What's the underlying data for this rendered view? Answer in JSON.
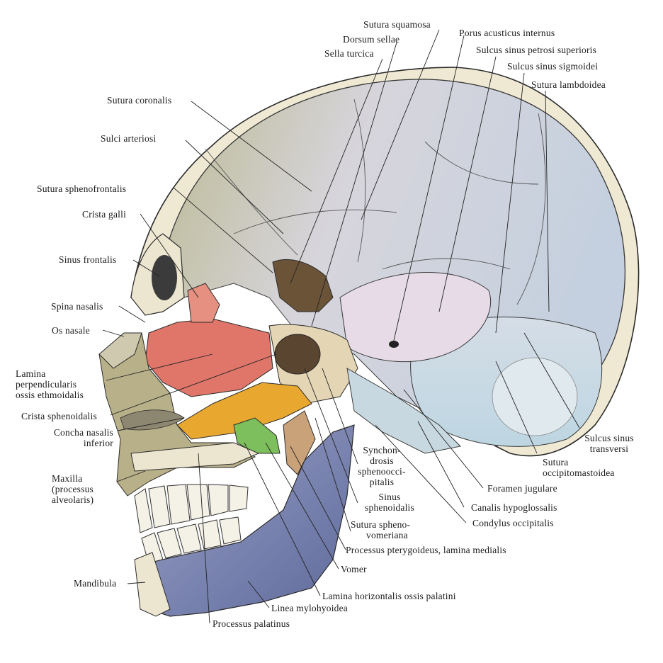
{
  "figure": {
    "type": "anatomical illustration",
    "labels": {
      "sutura_squamosa": "Sutura squamosa",
      "dorsum_sellae": "Dorsum sellae",
      "porus_acusticus_internus": "Porus acusticus internus",
      "sella_turcica": "Sella turcica",
      "sulcus_sinus_petrosi_superioris": "Sulcus sinus petrosi superioris",
      "sulcus_sinus_sigmoidei": "Sulcus sinus sigmoidei",
      "sutura_lambdoidea": "Sutura lambdoidea",
      "sutura_coronalis": "Sutura coronalis",
      "sulci_arteriosi": "Sulci arteriosi",
      "sutura_sphenofrontalis": "Sutura sphenofrontalis",
      "crista_galli": "Crista galli",
      "sinus_frontalis": "Sinus frontalis",
      "spina_nasalis": "Spina nasalis",
      "os_nasale": "Os nasale",
      "lamina_perpendicularis": [
        "Lamina",
        "perpendicularis",
        "ossis ethmoidalis"
      ],
      "crista_sphenoidalis": "Crista sphenoidalis",
      "concha_nasalis_inferior": [
        "Concha nasalis",
        "inferior"
      ],
      "maxilla": [
        "Maxilla",
        "(processus",
        "alveolaris)"
      ],
      "mandibula": "Mandibula",
      "synchondrosis": [
        "Synchon-",
        "drosis",
        "sphenoocci-",
        "pitalis"
      ],
      "sinus_sphenoidalis": [
        "Sinus",
        "sphenoidalis"
      ],
      "sutura_sphenovomeriana": [
        "Sutura spheno-",
        "vomeriana"
      ],
      "processus_pterygoideus": "Processus pterygoideus, lamina medialis",
      "vomer": "Vomer",
      "lamina_horizontalis": "Lamina horizontalis ossis palatini",
      "linea_mylohyoidea": "Linea mylohyoidea",
      "processus_palatinus": "Processus palatinus",
      "foramen_jugulare": "Foramen jugulare",
      "canalis_hypoglossalis": "Canalis hypoglossalis",
      "condylus_occipitalis": "Condylus occipitalis",
      "sulcus_sinus_transversi": [
        "Sulcus sinus",
        "transversi"
      ],
      "sutura_occipitomastoidea": [
        "Sutura",
        "occipitomastoidea"
      ]
    },
    "colors": {
      "ethmoid": "#e0766a",
      "vomer": "#e8a830",
      "palatine": "#7cbf5c",
      "sphenoid": "#6b5338",
      "temporal_petrous": "#e6dbe6",
      "occipital": "#c9dce6",
      "parietal": "#e4e2ea",
      "frontal": "#c9c9a3",
      "mandible": "#7e88b5",
      "teeth": "#f4f1e6",
      "cortex": "#ece6d0"
    }
  }
}
